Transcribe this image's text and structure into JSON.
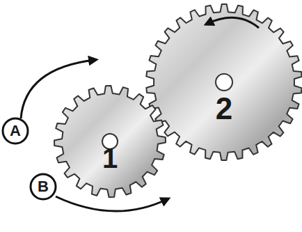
{
  "diagram": {
    "nodes": [
      {
        "text": [
          "2"
        ]
      },
      {
        "text": [
          "A"
        ]
      },
      {
        "text": [
          "1"
        ]
      },
      {
        "text": [
          "B"
        ]
      }
    ]
  }
}
